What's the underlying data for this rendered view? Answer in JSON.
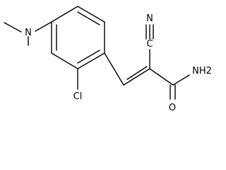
{
  "molecule": {
    "atom_labels": {
      "n_dimethylamino": "N",
      "n_nitrile": "N",
      "c_nitrile": "C",
      "nh2_amide": "NH2",
      "o_amide": "O",
      "cl": "Cl"
    }
  }
}
